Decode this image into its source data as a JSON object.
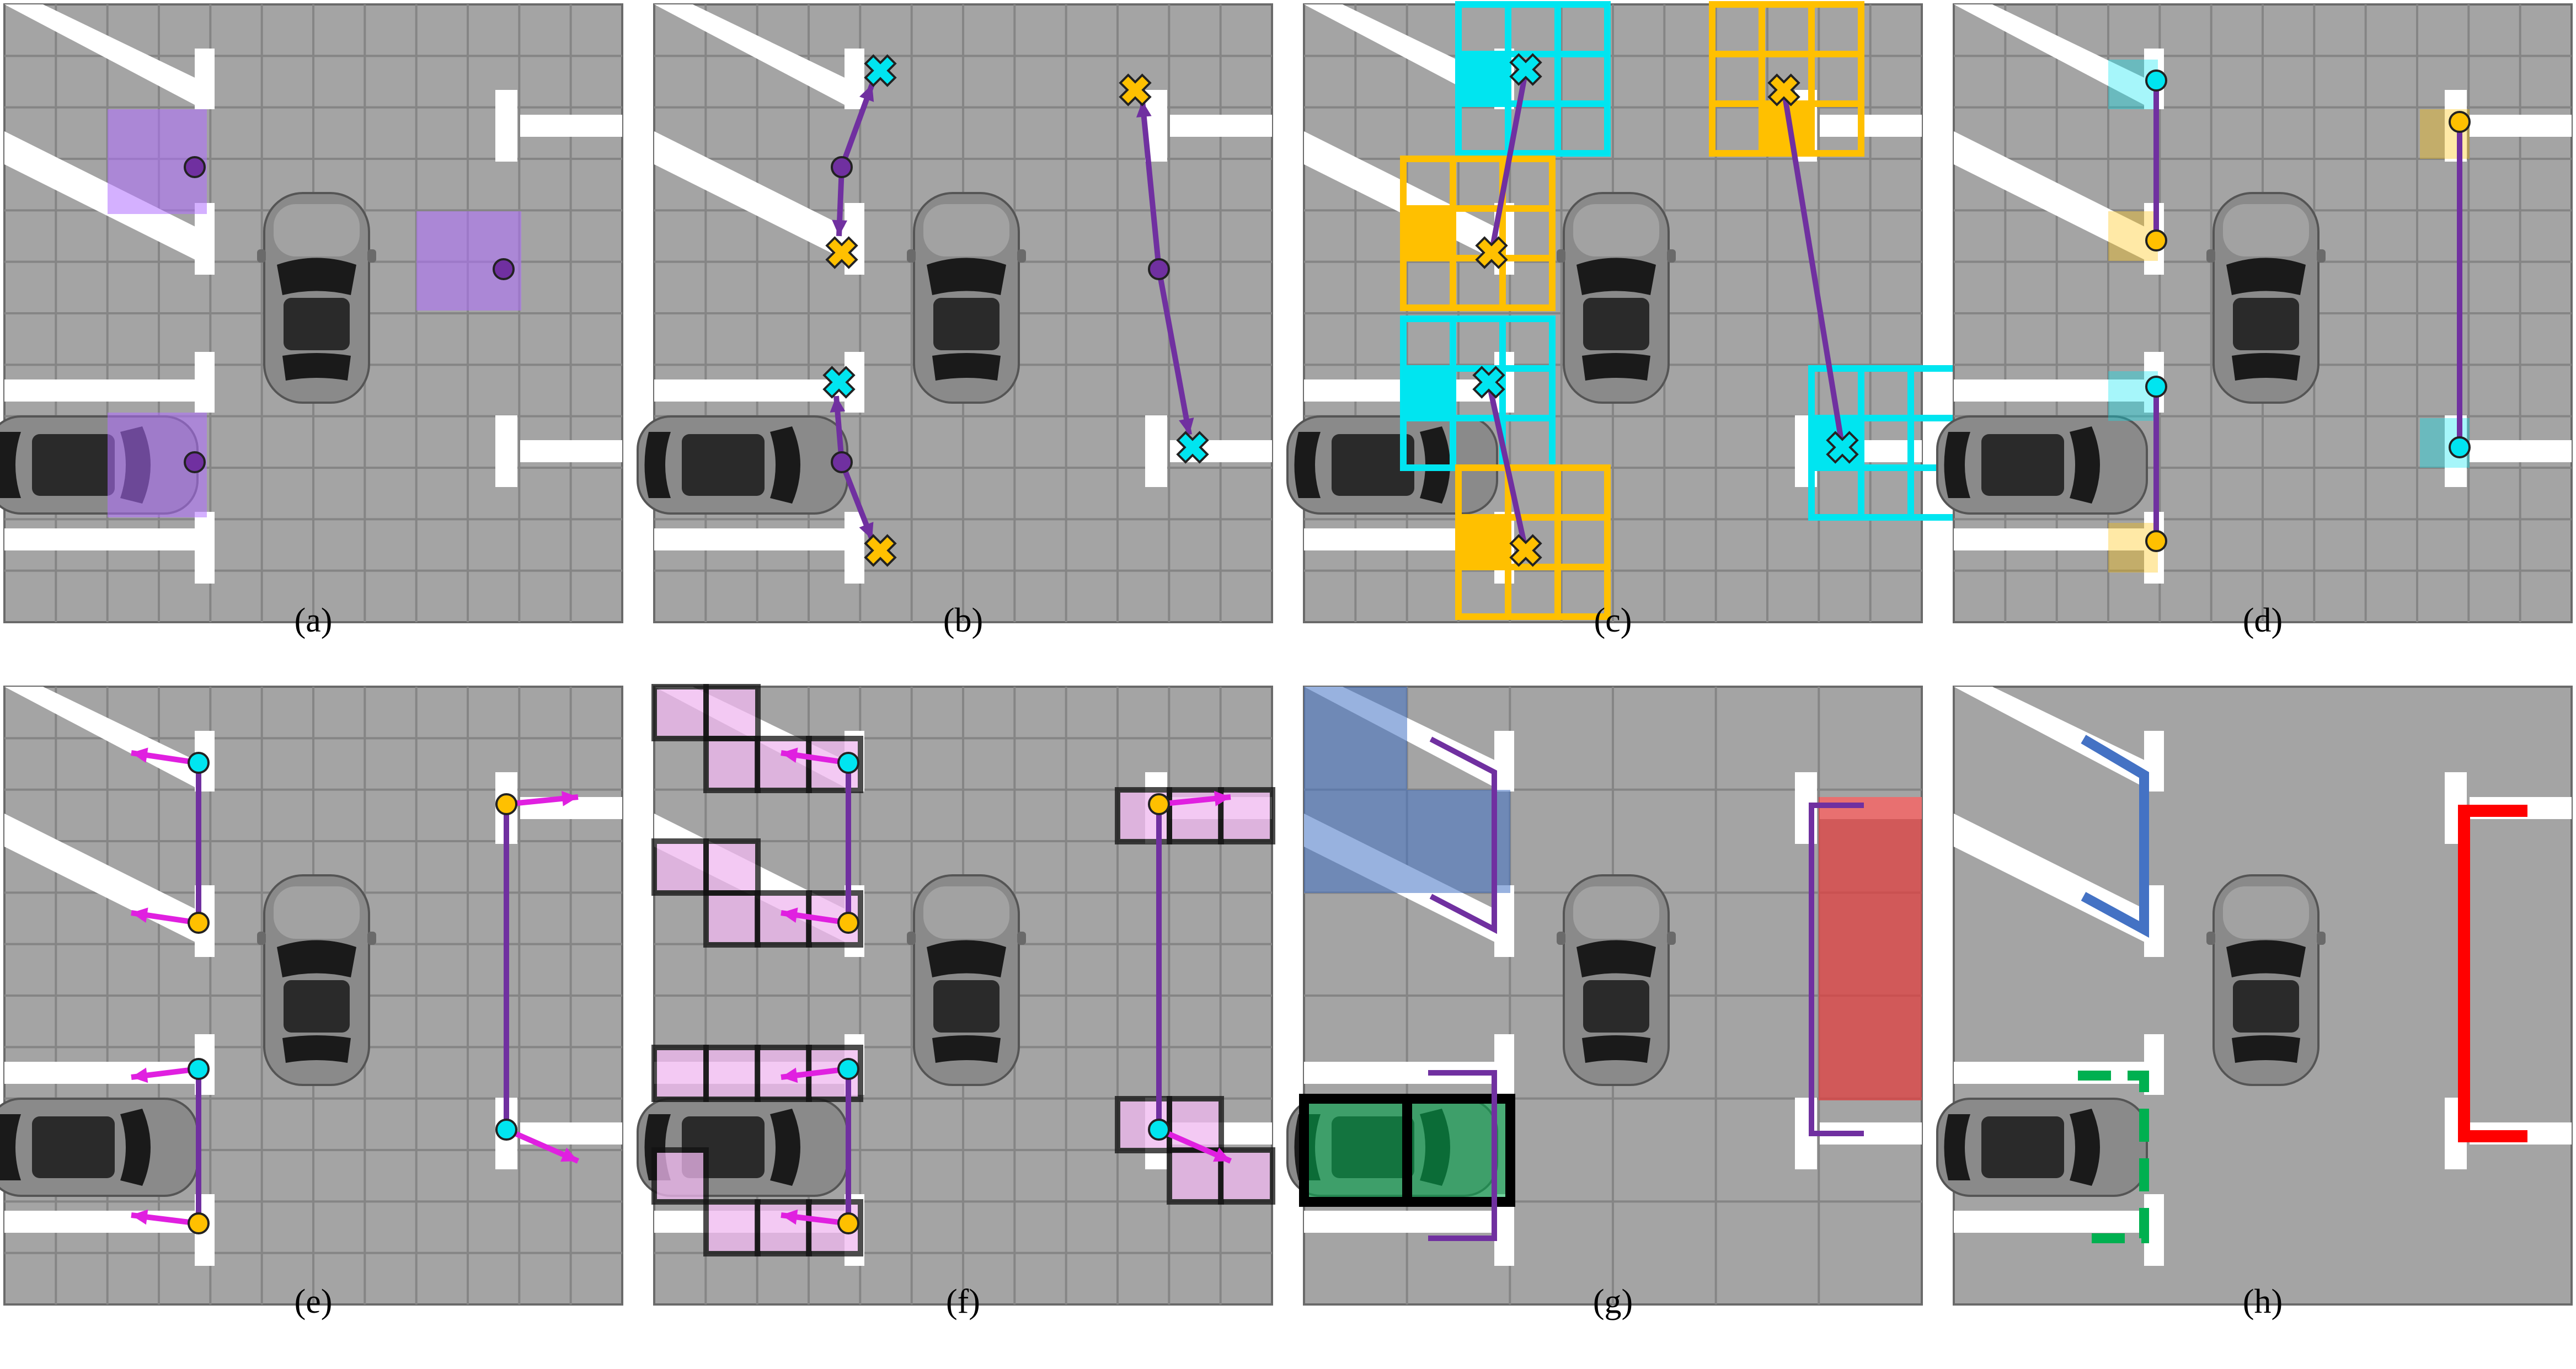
{
  "captions": [
    "(a)",
    "(b)",
    "(c)",
    "(d)",
    "(e)",
    "(f)",
    "(g)",
    "(h)"
  ],
  "colors": {
    "ground": "#a4a4a4",
    "grid": "#858585",
    "marking": "#ffffff",
    "purple": "#7030a0",
    "cyan": "#00e5f0",
    "orange": "#ffc000",
    "magenta": "#e020e0",
    "pink_fill": "#f0b8f0",
    "blue": "#4472c4",
    "red": "#ff0000",
    "green": "#00b050"
  }
}
